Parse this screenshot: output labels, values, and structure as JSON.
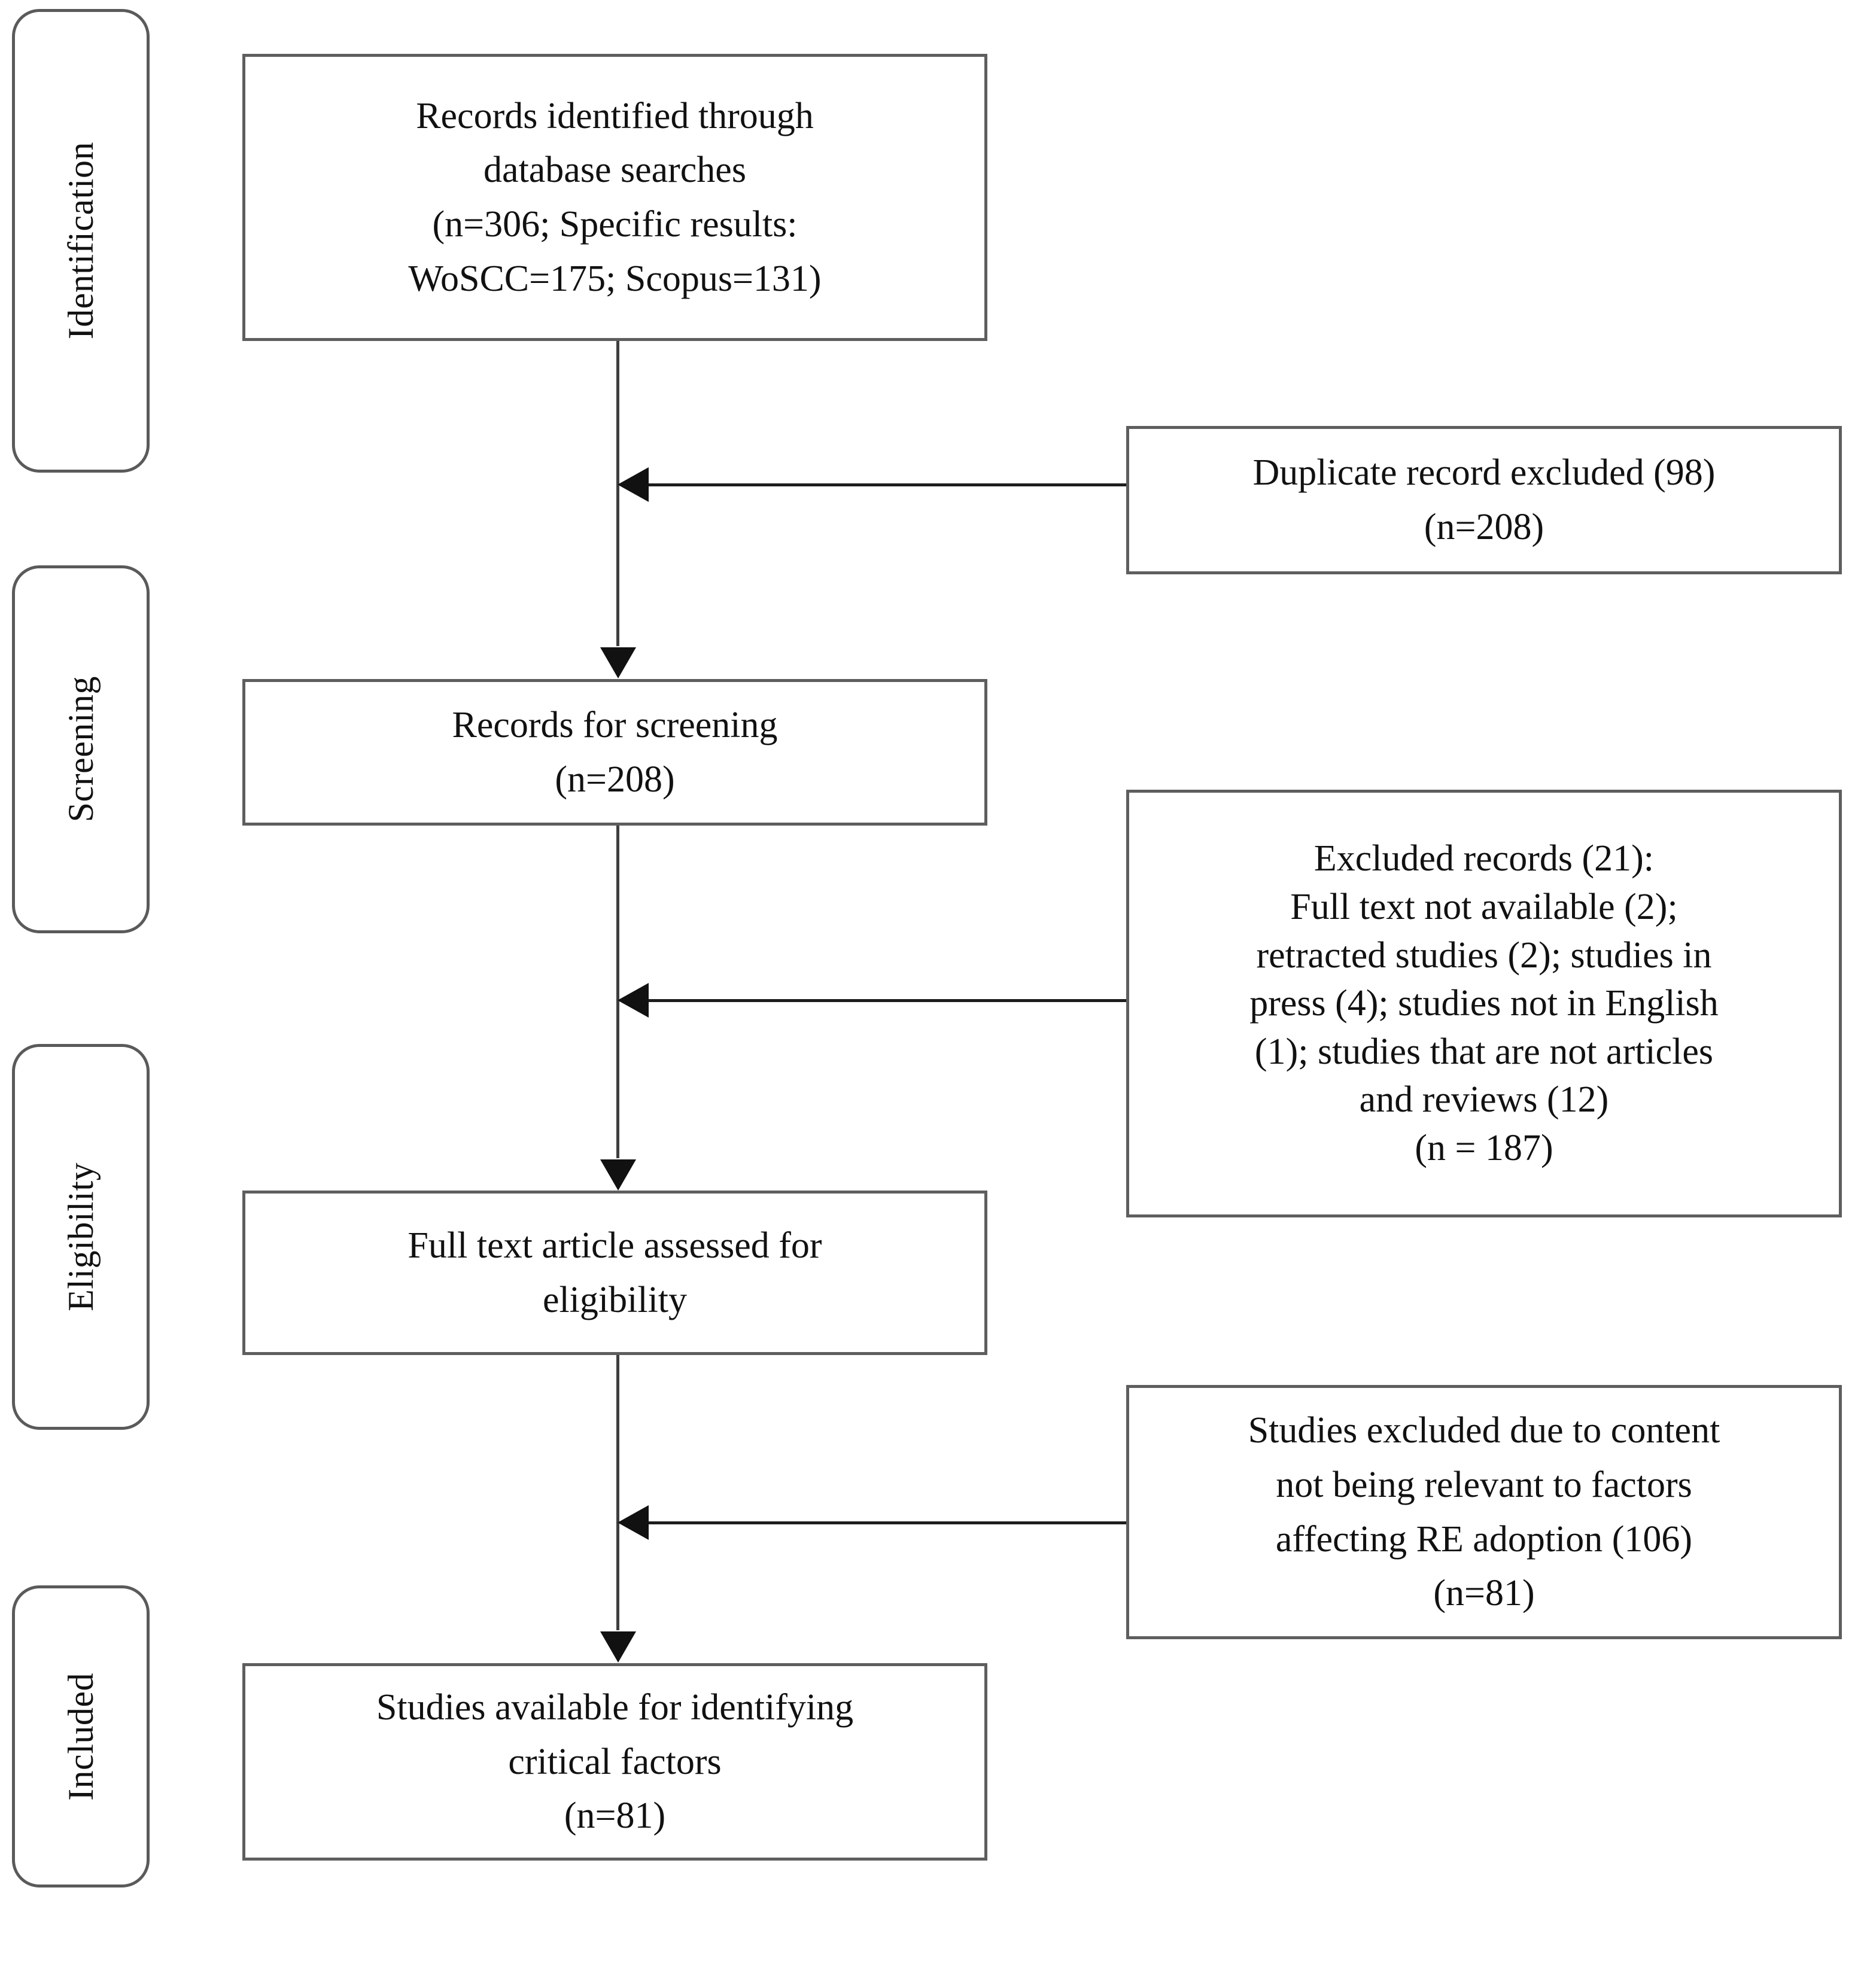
{
  "diagram": {
    "title": "PRISMA study selection flow diagram",
    "type": "flowchart",
    "line_color": "#3f3f3f",
    "box_border_color": "#5e5e5e",
    "background_color": "#ffffff",
    "text_color": "#111111"
  },
  "stages": [
    {
      "id": "identification",
      "label": "Identification"
    },
    {
      "id": "screening",
      "label": "Screening"
    },
    {
      "id": "eligibility",
      "label": "Eligibility"
    },
    {
      "id": "included",
      "label": "Included"
    }
  ],
  "main_flow": [
    {
      "id": "records-identified",
      "text": "Records identified through\ndatabase searches\n(n=306; Specific results:\nWoSCC=175; Scopus=131)",
      "count": 306,
      "sources": {
        "WoSCC": 175,
        "Scopus": 131
      }
    },
    {
      "id": "records-for-screening",
      "text": "Records for screening\n(n=208)",
      "count": 208
    },
    {
      "id": "full-text-assessed",
      "text": "Full text article assessed for\neligibility",
      "count": 187
    },
    {
      "id": "studies-available",
      "text": "Studies available for identifying\ncritical factors\n(n=81)",
      "count": 81
    }
  ],
  "exclusions": [
    {
      "id": "duplicates-excluded",
      "text": "Duplicate record excluded (98)\n(n=208)",
      "excluded": 98,
      "remaining": 208
    },
    {
      "id": "records-excluded",
      "text": "Excluded records (21):\nFull text not available (2);\nretracted studies (2); studies in\npress (4); studies not in English\n(1); studies that are not articles\nand reviews (12)\n(n = 187)",
      "excluded": 21,
      "remaining": 187,
      "reasons": [
        {
          "reason": "Full text not available",
          "n": 2
        },
        {
          "reason": "retracted studies",
          "n": 2
        },
        {
          "reason": "studies in press",
          "n": 4
        },
        {
          "reason": "studies not in English",
          "n": 1
        },
        {
          "reason": "studies that are not articles and reviews",
          "n": 12
        }
      ]
    },
    {
      "id": "content-not-relevant",
      "text": "Studies excluded due to content\nnot being relevant to factors\naffecting RE adoption (106)\n(n=81)",
      "excluded": 106,
      "remaining": 81
    }
  ]
}
